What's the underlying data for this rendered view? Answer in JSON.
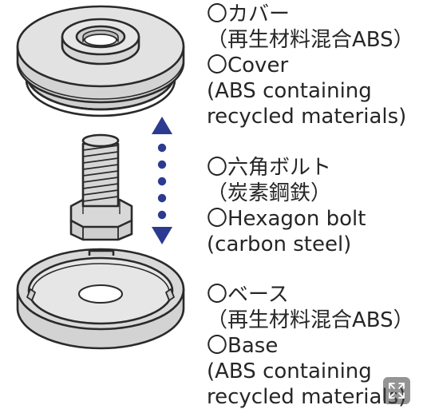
{
  "labels": {
    "cover": {
      "line1": "〇カバー",
      "line2": "（再生材料混合ABS）",
      "line3": "〇Cover",
      "line4": "(ABS containing",
      "line5": "recycled materials)"
    },
    "bolt": {
      "line1": "〇六角ボルト",
      "line2": "（炭素鋼鉄）",
      "line3": "〇Hexagon bolt",
      "line4": "(carbon steel)"
    },
    "base": {
      "line1": "〇ベース",
      "line2": "（再生材料混合ABS）",
      "line3": "〇Base",
      "line4": "(ABS containing",
      "line5": "recycled materials)"
    }
  },
  "colors": {
    "arrow": "#2c3b8f",
    "part_fill": "#d3d3d3",
    "part_light": "#e4e4e4",
    "outline": "#2a2a2a",
    "text": "#262626"
  },
  "icons": {
    "expand": "expand-icon"
  }
}
